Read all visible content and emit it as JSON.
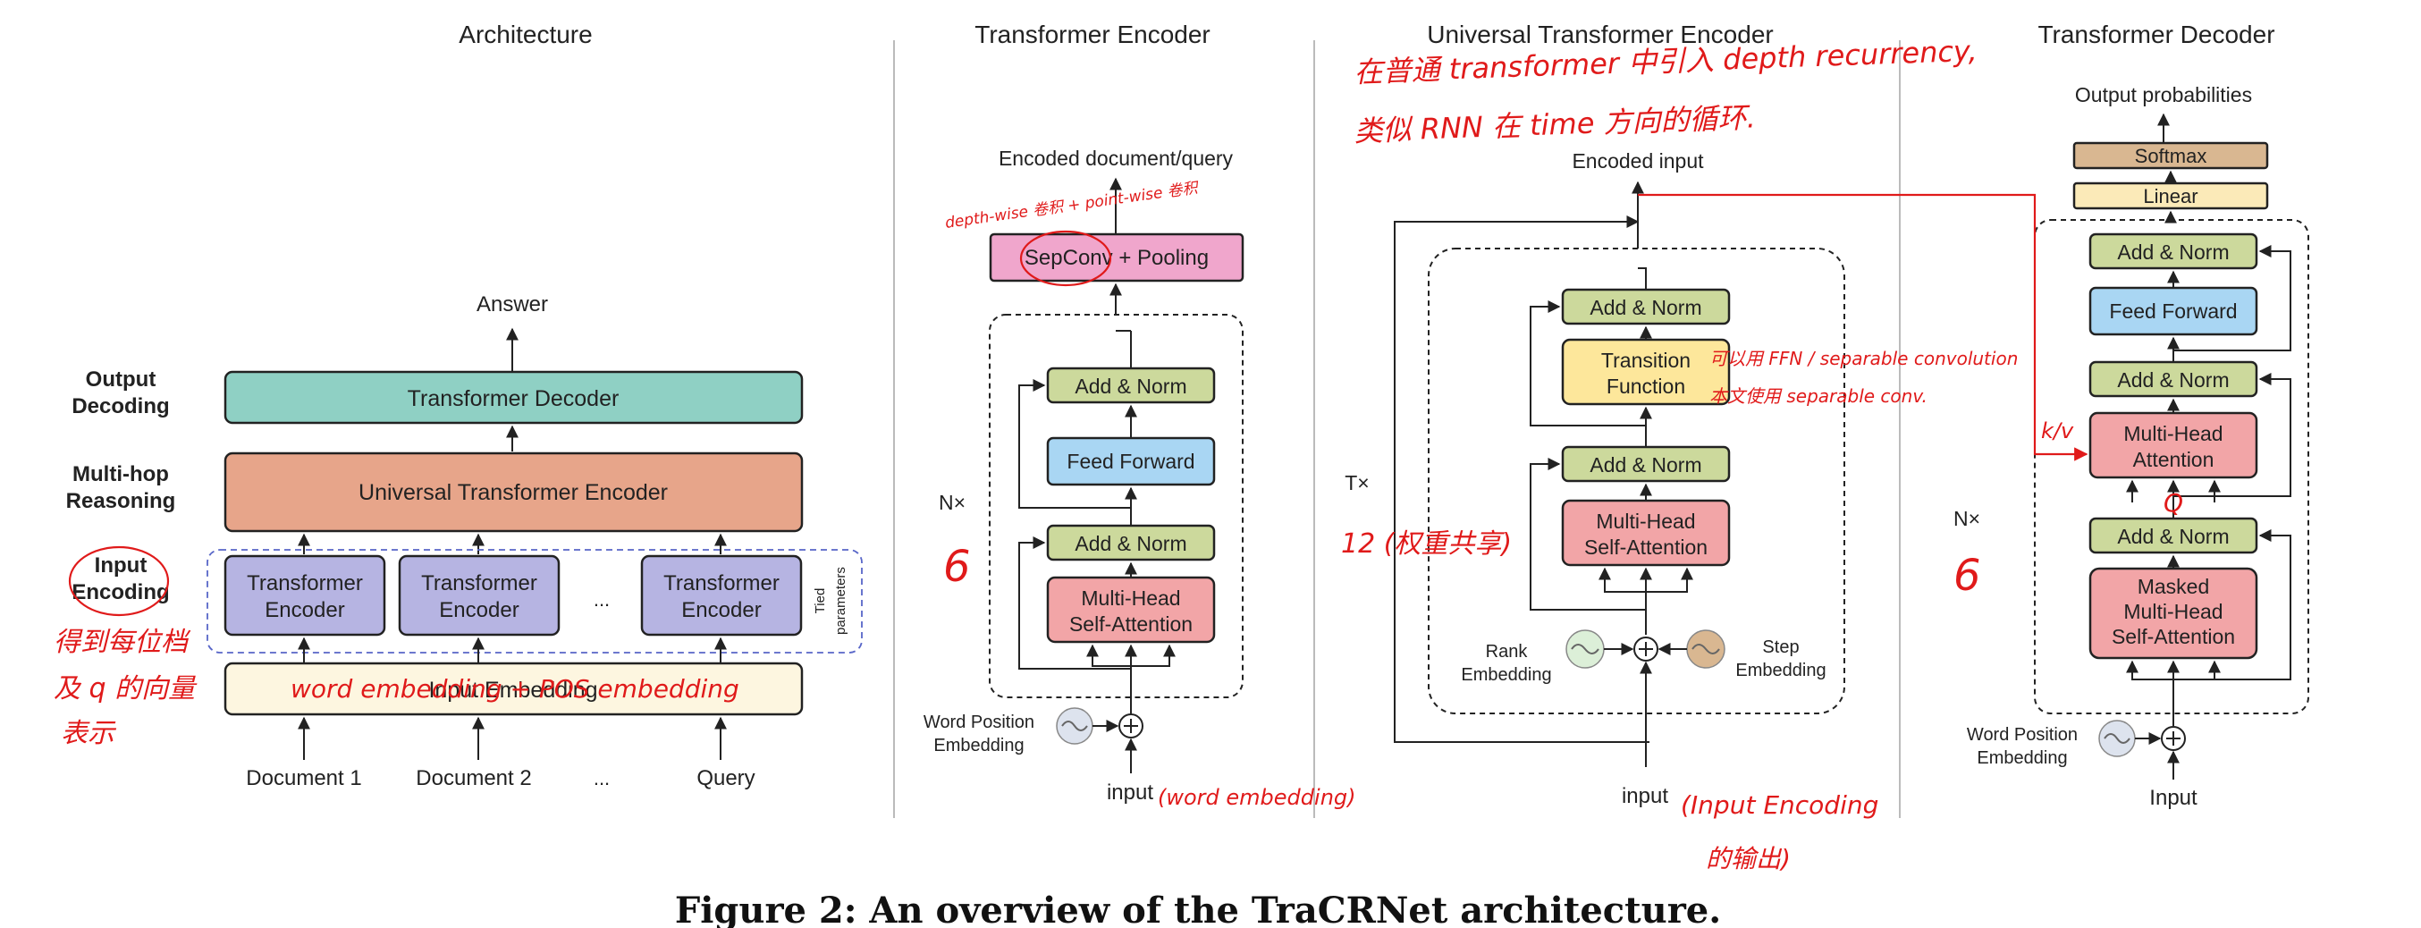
{
  "panels": {
    "architecture": {
      "title": "Architecture",
      "answer": "Answer",
      "output_decoding": [
        "Output",
        "Decoding"
      ],
      "multi_hop": [
        "Multi-hop",
        "Reasoning"
      ],
      "input_encoding": [
        "Input",
        "Encoding"
      ],
      "transformer_decoder": "Transformer Decoder",
      "universal_encoder": "Universal Transformer Encoder",
      "transformer_encoder": [
        "Transformer",
        "Encoder"
      ],
      "ellipsis": "...",
      "tied": [
        "Tied",
        "parameters"
      ],
      "input_embedding": "Input Embedding",
      "inputs": [
        "Document 1",
        "Document 2",
        "...",
        "Query"
      ]
    },
    "encoder": {
      "title": "Transformer Encoder",
      "output": "Encoded document/query",
      "sepconv": "SepConv + Pooling",
      "add_norm": "Add & Norm",
      "feed_forward": "Feed Forward",
      "mha": [
        "Multi-Head",
        "Self-Attention"
      ],
      "nx": "N×",
      "word_pos": [
        "Word  Position",
        "Embedding"
      ],
      "input": "input"
    },
    "universal": {
      "title": "Universal Transformer Encoder",
      "output": "Encoded input",
      "add_norm": "Add & Norm",
      "transition": [
        "Transition",
        "Function"
      ],
      "mha": [
        "Multi-Head",
        "Self-Attention"
      ],
      "tx": "T×",
      "rank": [
        "Rank",
        "Embedding"
      ],
      "step": [
        "Step",
        "Embedding"
      ],
      "input": "input"
    },
    "decoder": {
      "title": "Transformer Decoder",
      "output": "Output probabilities",
      "softmax": "Softmax",
      "linear": "Linear",
      "add_norm": "Add & Norm",
      "feed_forward": "Feed Forward",
      "mha": [
        "Multi-Head",
        "Attention"
      ],
      "masked": [
        "Masked",
        "Multi-Head",
        "Self-Attention"
      ],
      "nx": "N×",
      "word_pos": [
        "Word  Position",
        "Embedding"
      ],
      "input": "Input"
    }
  },
  "annotations": {
    "input_encoding_note": [
      "得到每位档",
      "及 q 的向量",
      "表示"
    ],
    "embedding_note": "word embedding + POS embedding",
    "sepconv_note": "depth-wise 卷积 + point-wise 卷积",
    "encoder_n": "6",
    "encoder_input_note": "(word embedding)",
    "universal_note": [
      "在普通 transformer 中引入 depth recurrency,",
      "类似 RNN 在 time 方向的循环."
    ],
    "transition_note": [
      "可以用 FFN / separable convolution",
      "本文使用 separable conv."
    ],
    "t_note": "12 (权重共享)",
    "universal_input_note": [
      "(Input Encoding",
      "的输出)"
    ],
    "kv": "k/v",
    "q": "Q",
    "decoder_n": "6"
  },
  "caption": "Figure 2: An overview of the TraCRNet architecture.",
  "colors": {
    "teal": "#8fd0c4",
    "salmon": "#e7a58a",
    "lavender": "#b6b4e2",
    "cream": "#fdf6e0",
    "pink": "#f0a6cc",
    "green": "#ccd99c",
    "blue": "#a9d6f3",
    "rose": "#f2a5a7",
    "yellow": "#fde79b",
    "tan": "#d9b791",
    "light_cream": "#fbeab8",
    "annotation_red": "#e01a1a"
  }
}
